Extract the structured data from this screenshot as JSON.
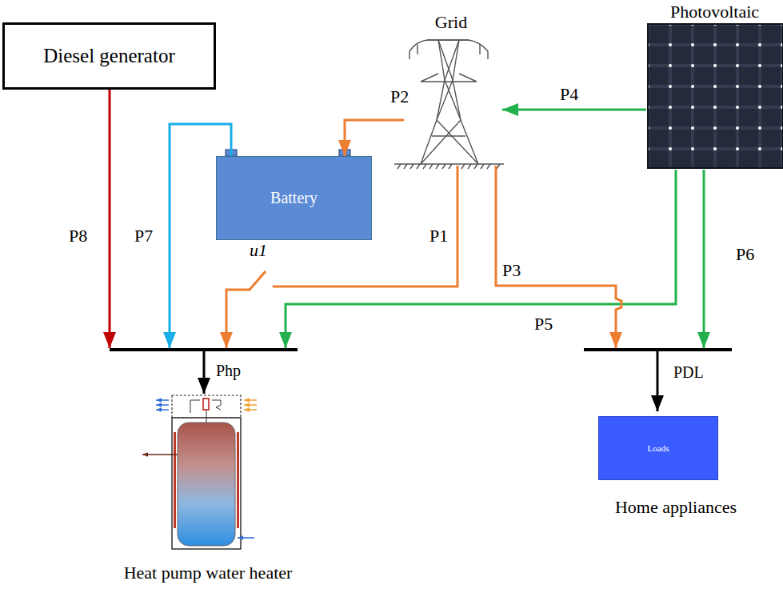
{
  "diagram": {
    "nodes": [
      {
        "text": [
          "Diesel generator"
        ]
      },
      {
        "text": [
          "Grid"
        ]
      },
      {
        "text": [
          "Photovoltaic"
        ]
      },
      {
        "text": [
          "Battery"
        ]
      },
      {
        "text": [
          "Heat pump water heater"
        ]
      },
      {
        "text": [
          "Loads",
          "Home appliances"
        ]
      }
    ],
    "edges": [
      {
        "from": 0,
        "to": 4,
        "label": "P8",
        "arrow": "to"
      },
      {
        "from": 3,
        "to": 4,
        "label": "P7",
        "arrow": "to"
      },
      {
        "from": 1,
        "to": 4,
        "label": "P1",
        "arrow": "to"
      },
      {
        "from": 2,
        "to": 4,
        "label": "P5",
        "arrow": "to"
      },
      {
        "from": 1,
        "to": 3,
        "label": "P2",
        "arrow": "to"
      },
      {
        "from": 2,
        "to": 1,
        "label": "P4",
        "arrow": "to"
      },
      {
        "from": 1,
        "to": 5,
        "label": "P3",
        "arrow": "to"
      },
      {
        "from": 2,
        "to": 5,
        "label": "P6",
        "arrow": "to"
      }
    ],
    "labels": [
      "u1",
      "Php",
      "PDL"
    ]
  }
}
